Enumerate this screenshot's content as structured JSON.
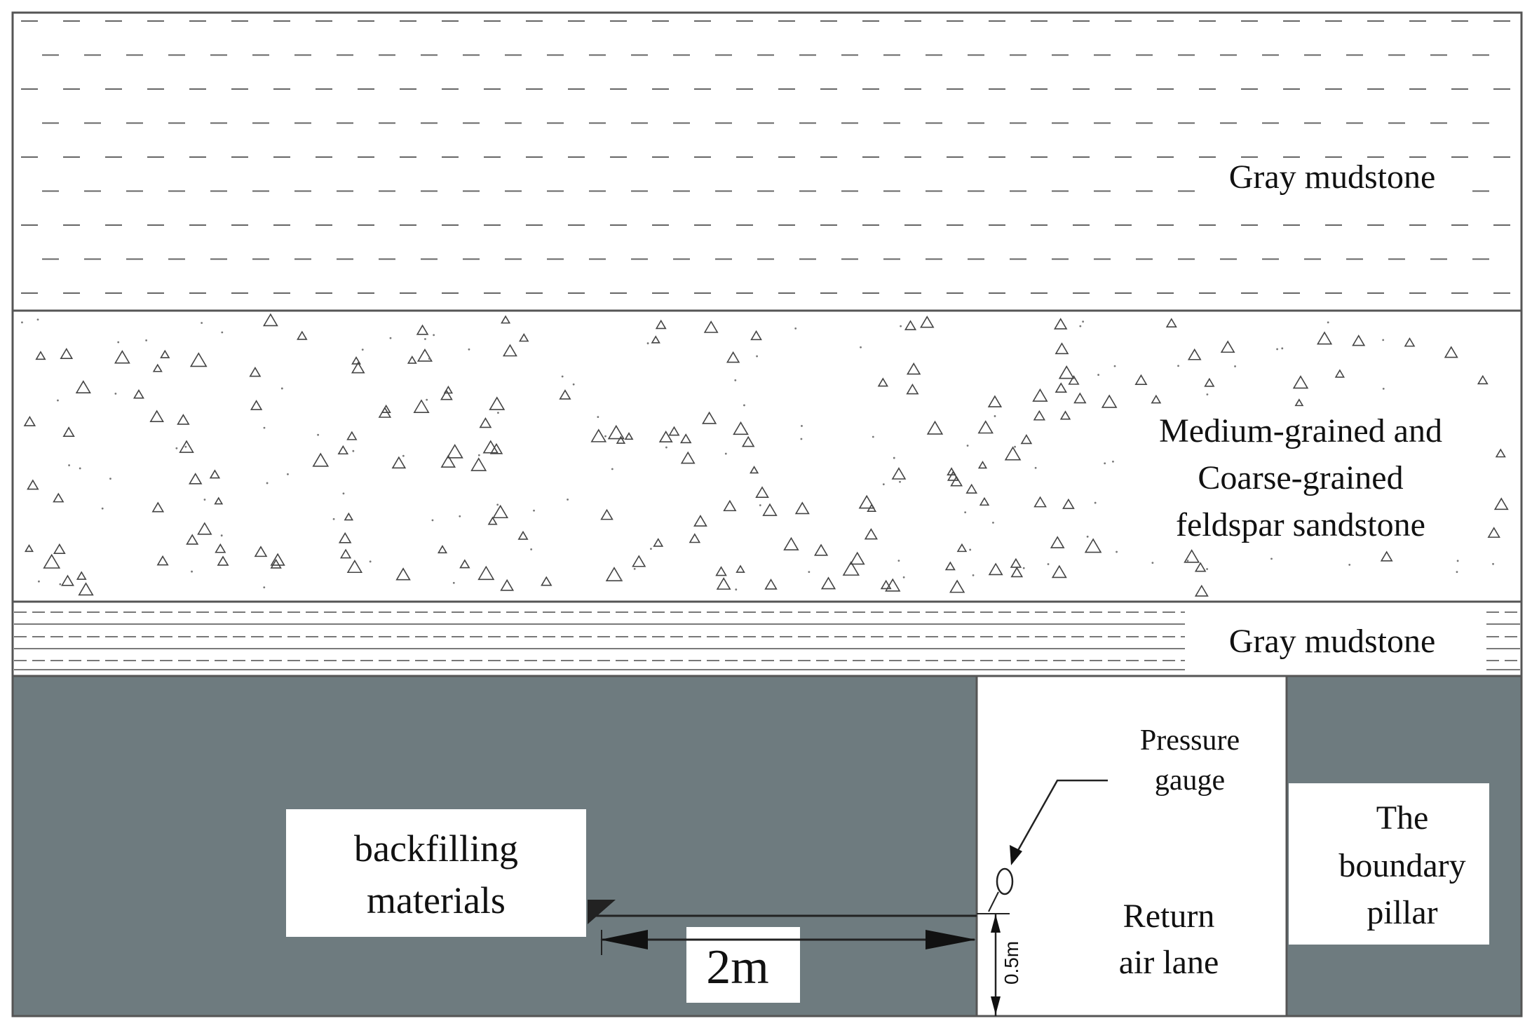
{
  "labels": {
    "top_layer": "Gray mudstone",
    "sandstone_line1": "Medium-grained and",
    "sandstone_line2": "Coarse-grained",
    "sandstone_line3": "feldspar sandstone",
    "thin_layer": "Gray mudstone",
    "pressure_line1": "Pressure",
    "pressure_line2": "gauge",
    "pillar_line1": "The",
    "pillar_line2": "boundary",
    "pillar_line3": "pillar",
    "backfill_line1": "backfilling",
    "backfill_line2": "materials",
    "lane_line1": "Return",
    "lane_line2": "air lane",
    "dim_horizontal": "2m",
    "dim_vertical": "0.5m"
  },
  "colors": {
    "coal_seam": "#6e7b7f",
    "line": "#333333",
    "background": "#ffffff"
  }
}
